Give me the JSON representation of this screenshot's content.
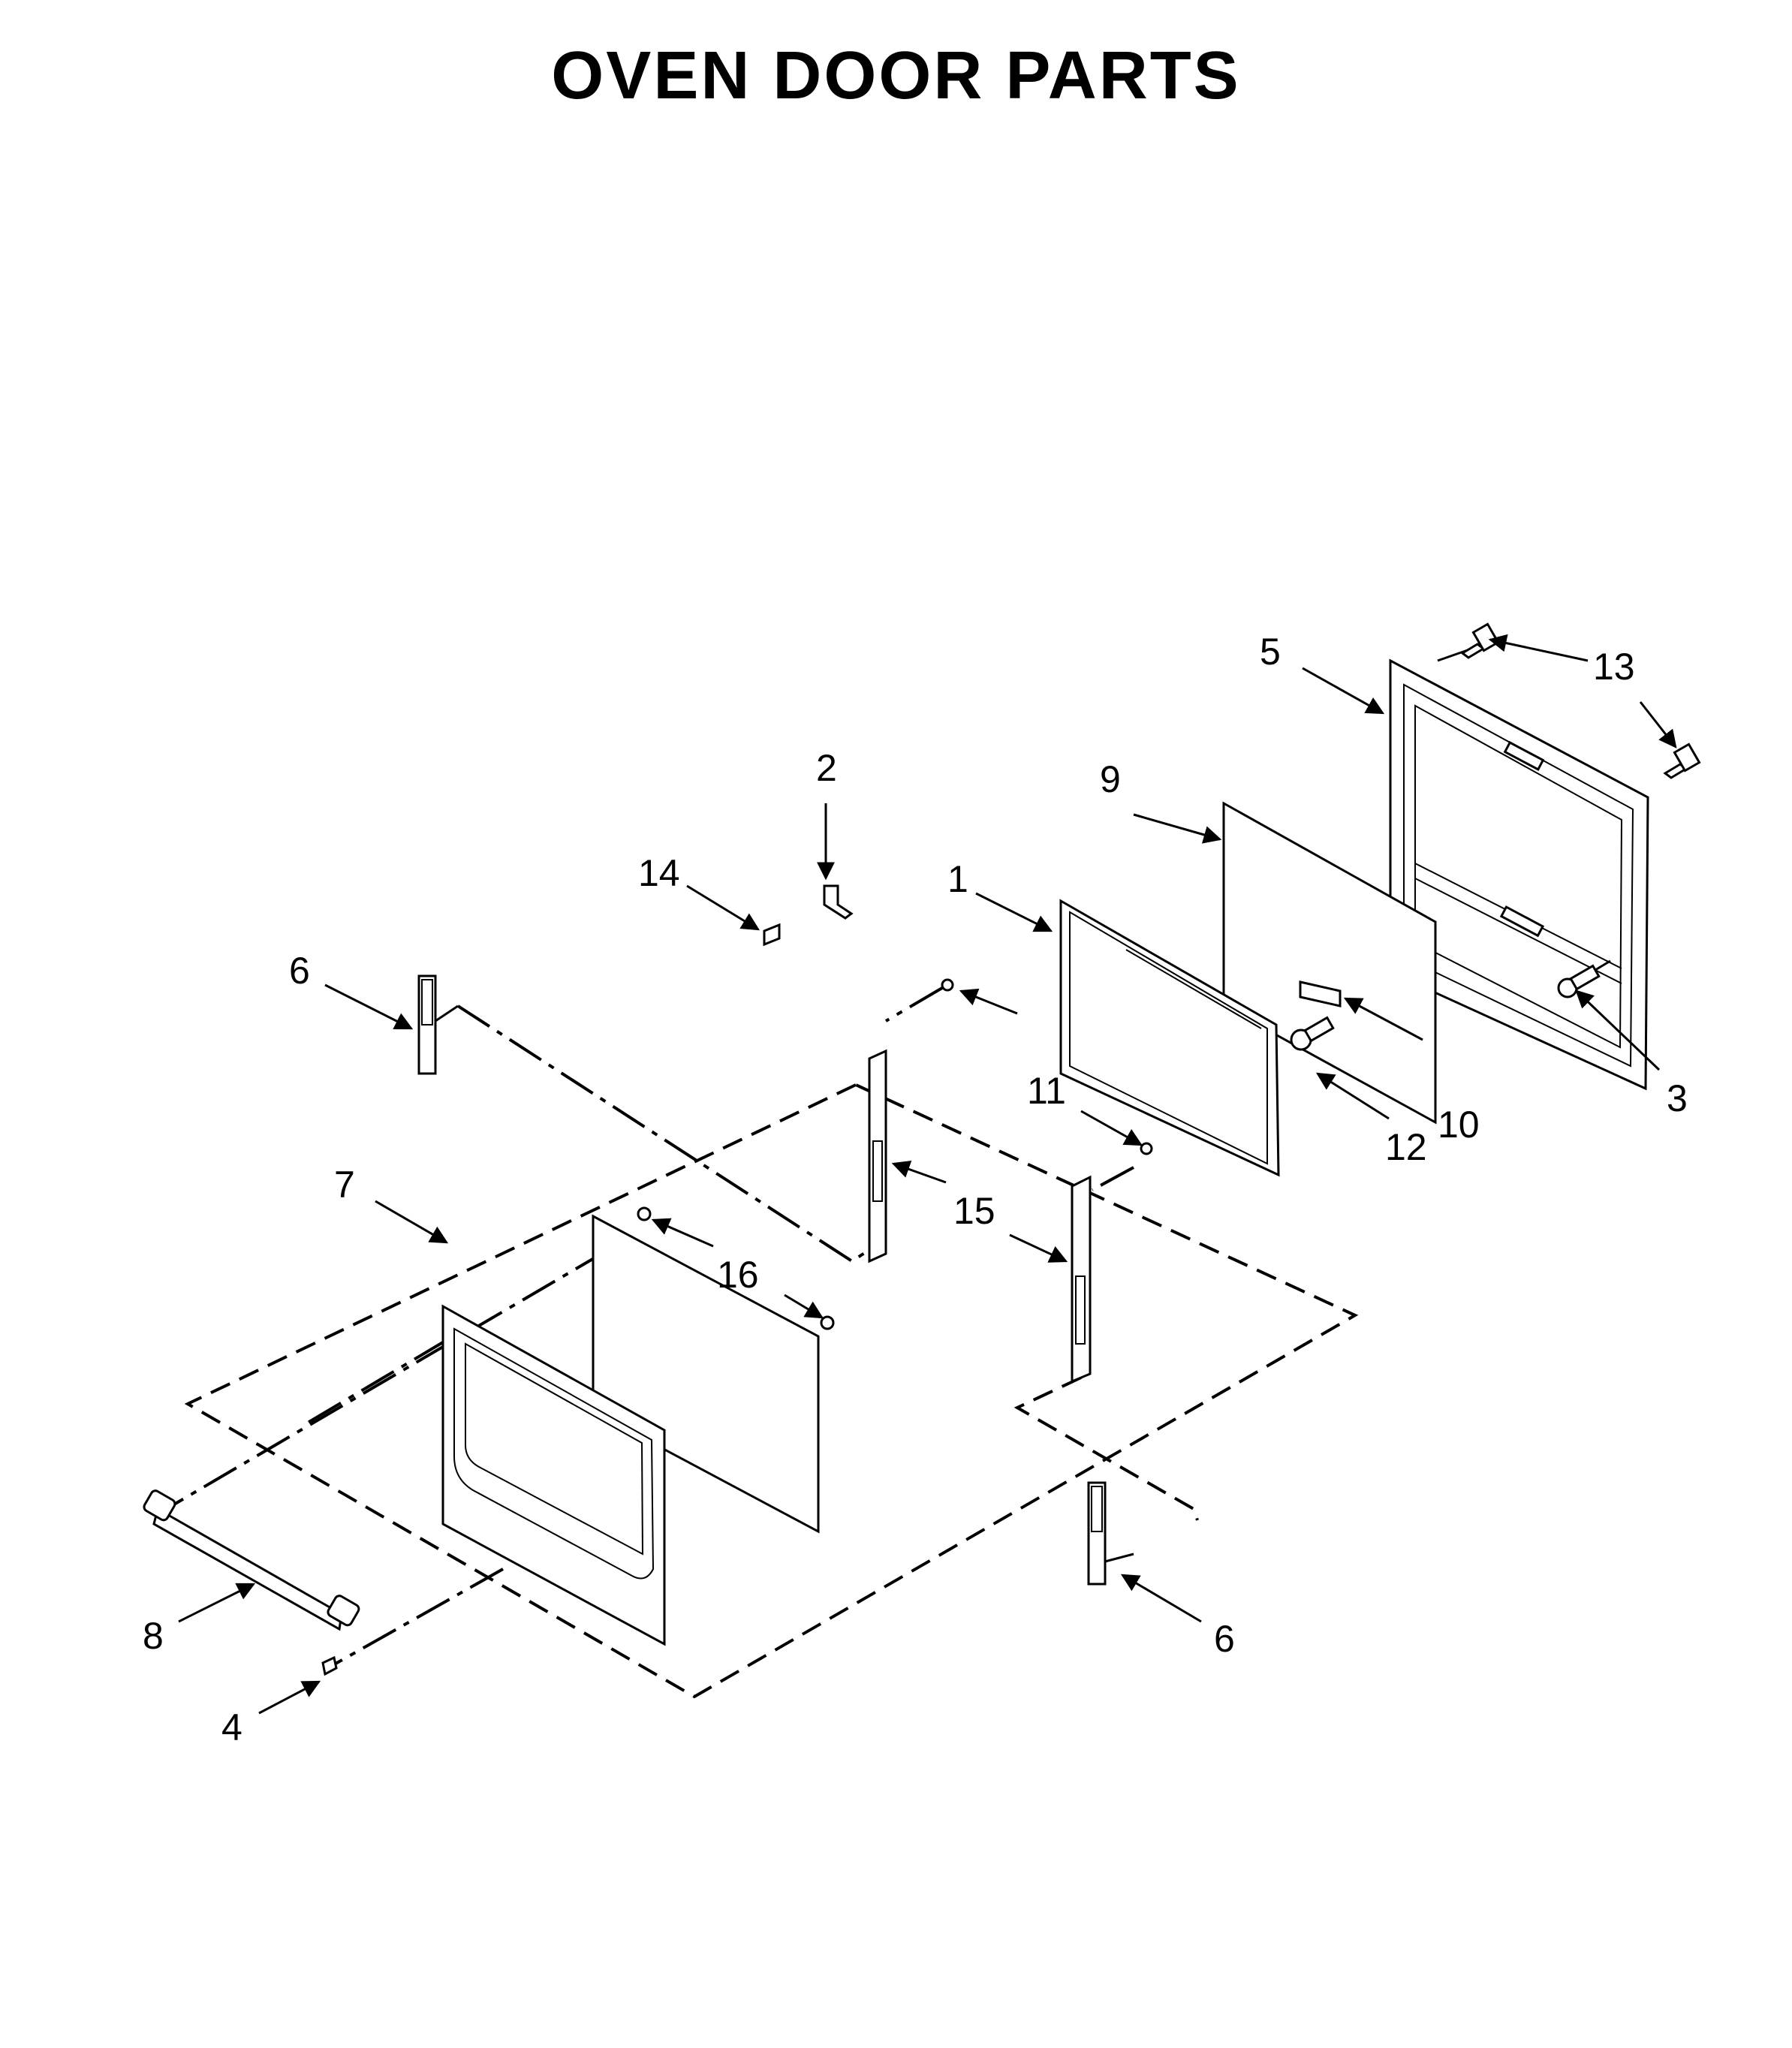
{
  "title": "OVEN DOOR PARTS",
  "callouts": {
    "c1": "1",
    "c2": "2",
    "c3": "3",
    "c4": "4",
    "c5": "5",
    "c6a": "6",
    "c6b": "6",
    "c7": "7",
    "c8": "8",
    "c9": "9",
    "c10": "10",
    "c11": "11",
    "c12": "12",
    "c13": "13",
    "c14": "14",
    "c15": "15",
    "c16": "16"
  }
}
